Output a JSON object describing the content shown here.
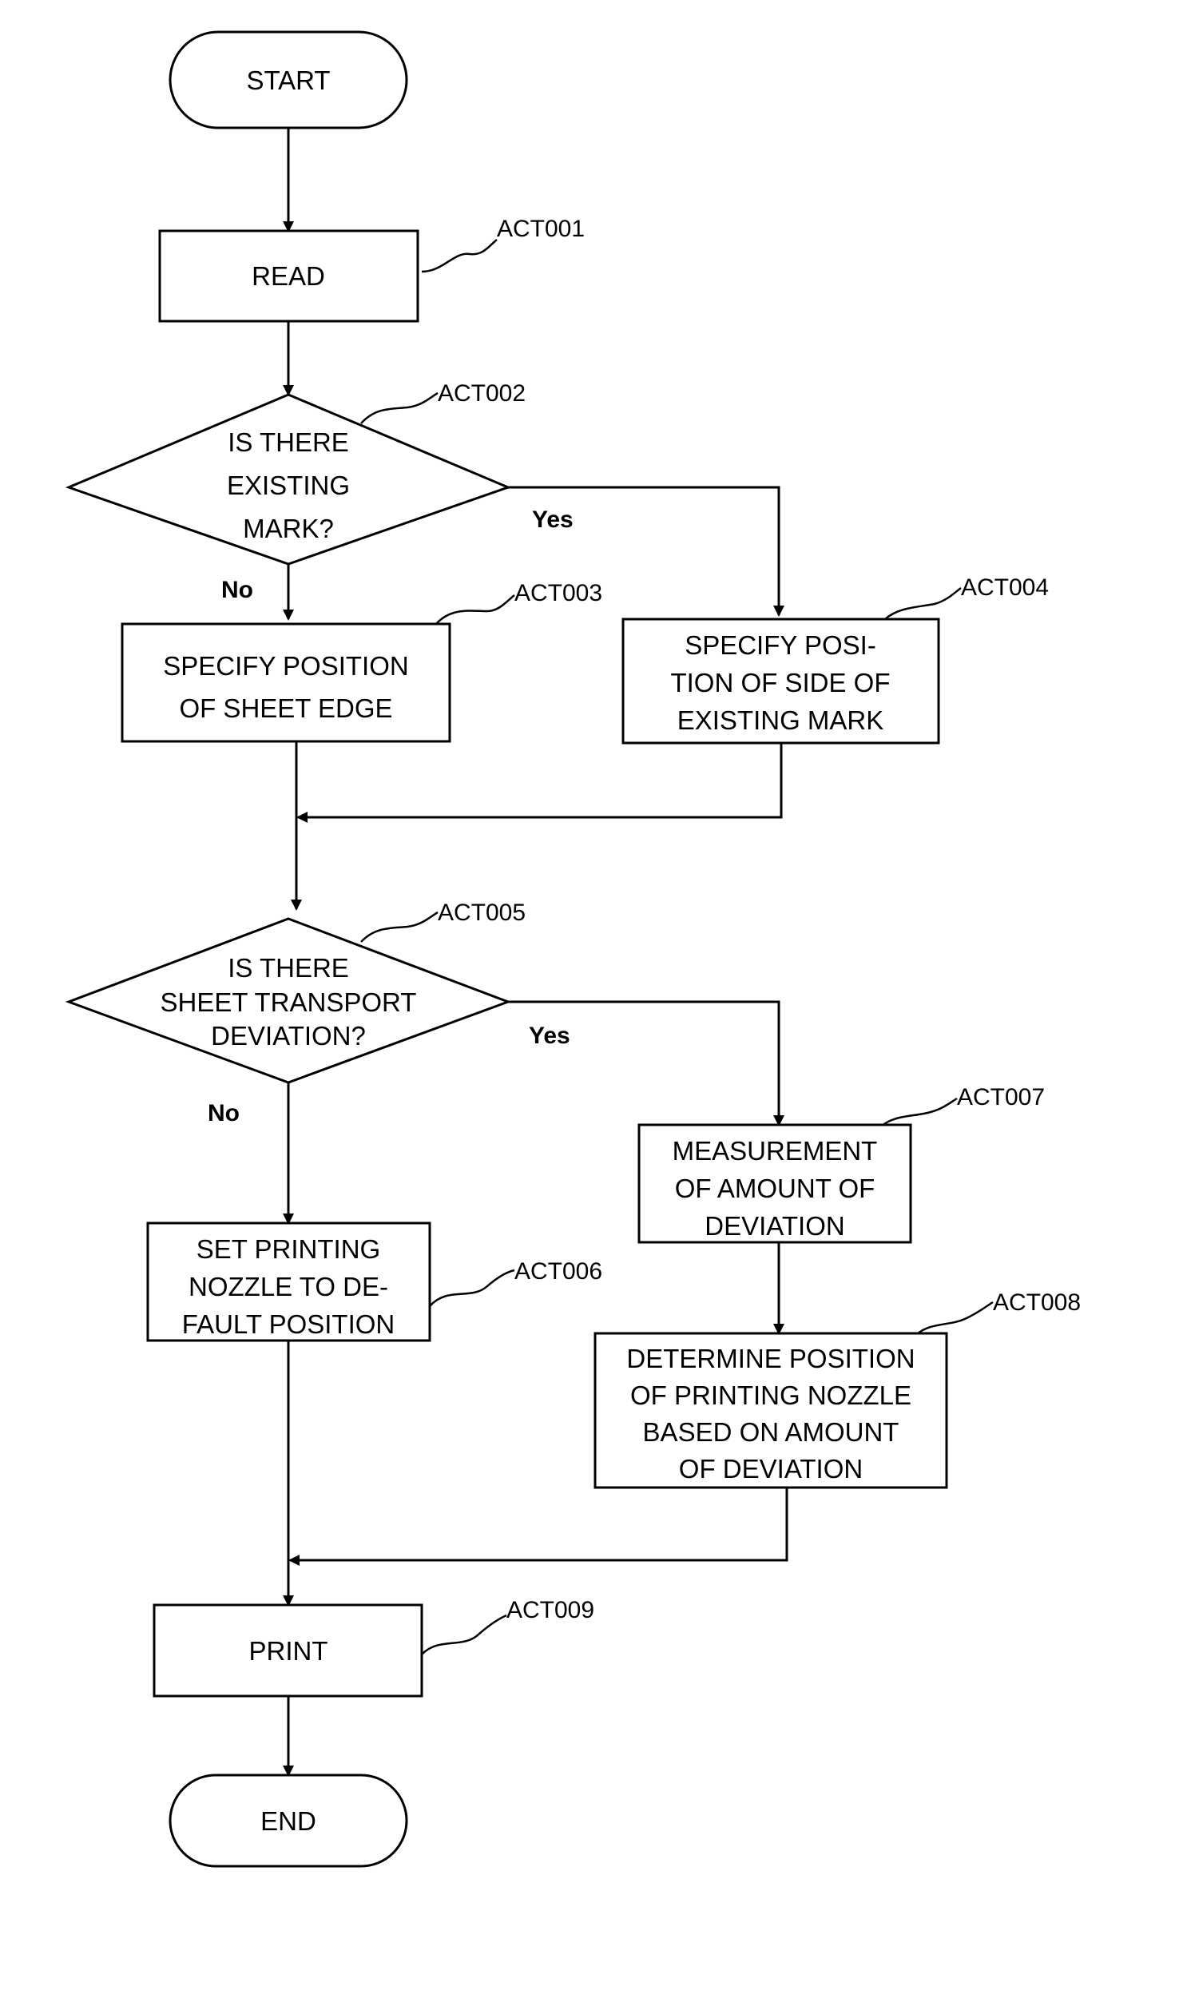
{
  "nodes": {
    "start": {
      "text": "START"
    },
    "act001": {
      "tag": "ACT001",
      "lines": [
        "READ"
      ]
    },
    "act002": {
      "tag": "ACT002",
      "lines": [
        "IS THERE",
        "EXISTING",
        "MARK?"
      ],
      "yes": "Yes",
      "no": "No"
    },
    "act003": {
      "tag": "ACT003",
      "lines": [
        "SPECIFY POSITION",
        "OF SHEET EDGE"
      ]
    },
    "act004": {
      "tag": "ACT004",
      "lines": [
        "SPECIFY POSI-",
        "TION OF SIDE OF",
        "EXISTING MARK"
      ]
    },
    "act005": {
      "tag": "ACT005",
      "lines": [
        "IS THERE",
        "SHEET TRANSPORT",
        "DEVIATION?"
      ],
      "yes": "Yes",
      "no": "No"
    },
    "act006": {
      "tag": "ACT006",
      "lines": [
        "SET PRINTING",
        "NOZZLE TO DE-",
        "FAULT POSITION"
      ]
    },
    "act007": {
      "tag": "ACT007",
      "lines": [
        "MEASUREMENT",
        "OF AMOUNT OF",
        "DEVIATION"
      ]
    },
    "act008": {
      "tag": "ACT008",
      "lines": [
        "DETERMINE POSITION",
        "OF PRINTING NOZZLE",
        "BASED ON AMOUNT",
        "OF DEVIATION"
      ]
    },
    "act009": {
      "tag": "ACT009",
      "lines": [
        "PRINT"
      ]
    },
    "end": {
      "text": "END"
    }
  }
}
